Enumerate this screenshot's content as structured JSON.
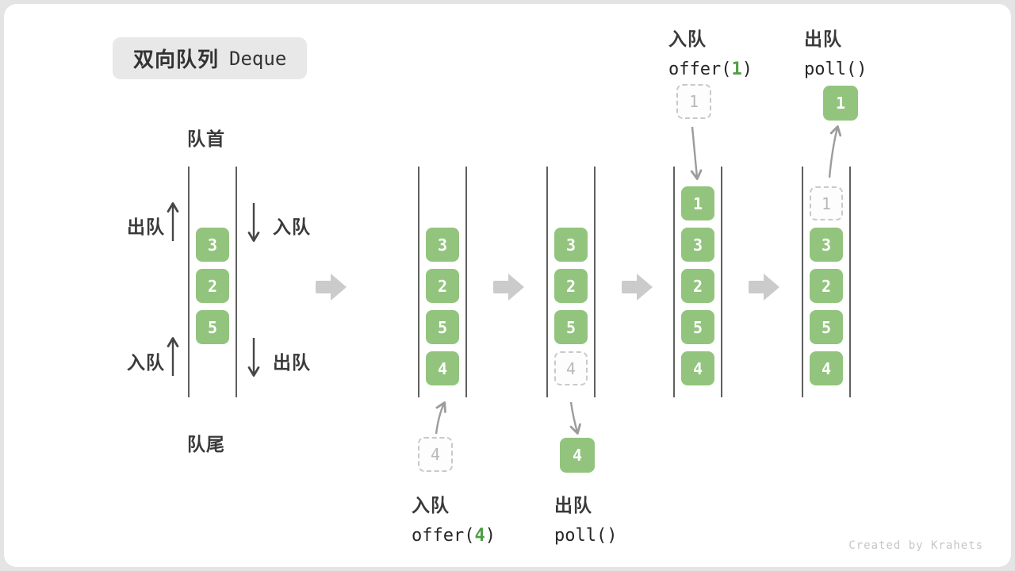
{
  "title": {
    "zh": "双向队列",
    "en": "Deque"
  },
  "queue_labels": {
    "front": "队首",
    "rear": "队尾"
  },
  "side_labels": {
    "left_top": "出队",
    "left_bottom": "入队",
    "right_top": "入队",
    "right_bottom": "出队"
  },
  "states": [
    {
      "cells": [
        {
          "value": "3"
        },
        {
          "value": "2"
        },
        {
          "value": "5"
        }
      ]
    },
    {
      "cells": [
        {
          "value": "3"
        },
        {
          "value": "2"
        },
        {
          "value": "5"
        },
        {
          "value": "4"
        }
      ]
    },
    {
      "cells": [
        {
          "value": "3"
        },
        {
          "value": "2"
        },
        {
          "value": "5"
        },
        {
          "value": "4",
          "variant": "dashed"
        }
      ]
    },
    {
      "cells": [
        {
          "value": "1"
        },
        {
          "value": "3"
        },
        {
          "value": "2"
        },
        {
          "value": "5"
        },
        {
          "value": "4"
        }
      ]
    },
    {
      "cells": [
        {
          "value": "1",
          "variant": "dashed"
        },
        {
          "value": "3"
        },
        {
          "value": "2"
        },
        {
          "value": "5"
        },
        {
          "value": "4"
        }
      ]
    }
  ],
  "floating": {
    "offer4": "4",
    "poll4": "4",
    "offer1": "1",
    "poll1": "1"
  },
  "ops": {
    "offer4": {
      "label": "入队",
      "pre": "offer(",
      "arg": "4",
      "post": ")"
    },
    "poll_bottom": {
      "label": "出队",
      "code": "poll()"
    },
    "offer1": {
      "label": "入队",
      "pre": "offer(",
      "arg": "1",
      "post": ")"
    },
    "poll_top": {
      "label": "出队",
      "code": "poll()"
    }
  },
  "credit": "Created by Krahets",
  "colors": {
    "cell_green": "#92c47e",
    "arg_green": "#4f9e45",
    "dashed_gray": "#c9c9c9",
    "wall_gray": "#5f5f5f",
    "flow_arrow_gray": "#cbcbcb"
  }
}
